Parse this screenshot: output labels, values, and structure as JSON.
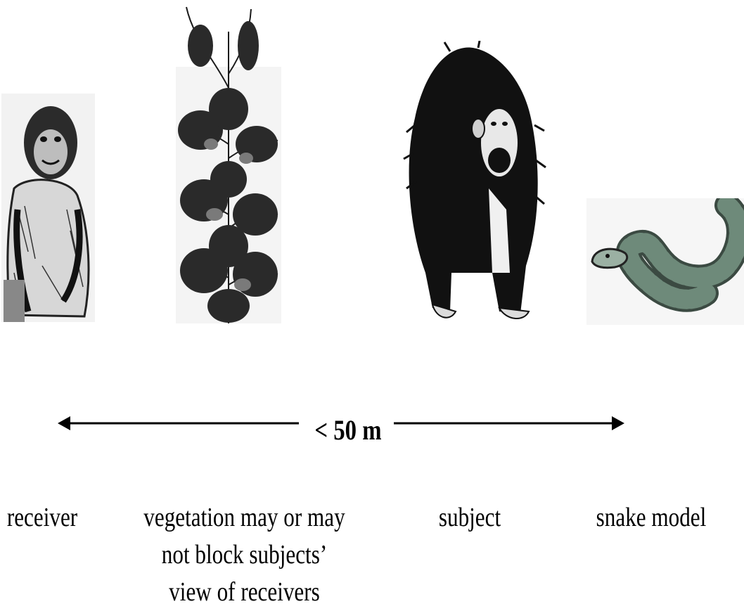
{
  "labels": {
    "receiver": "receiver",
    "vegetation": "vegetation may or may not block subjects’ view of receivers",
    "subject": "subject",
    "snake": "snake model"
  },
  "distance": {
    "label": "< 50 m"
  },
  "icons": {
    "receiver": "sitting-chimpanzee-illustration",
    "vegetation": "bush-illustration",
    "subject": "standing-chimpanzee-illustration",
    "snake": "coiled-snake-illustration"
  },
  "colors": {
    "ink": "#000000",
    "snake_scales": "#6e8a7a",
    "background": "#ffffff"
  }
}
